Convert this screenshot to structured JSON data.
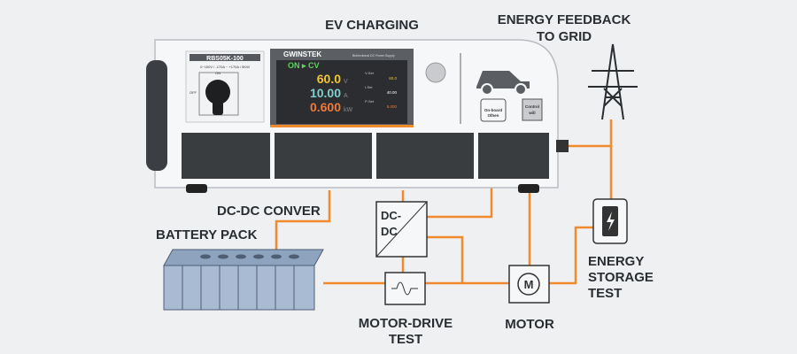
{
  "labels": {
    "ev_charging": "EV CHARGING",
    "energy_feedback_line1": "ENERGY FEEDBACK",
    "energy_feedback_line2": "TO GRID",
    "dc_dc_conver": "DC-DC CONVER",
    "battery_pack": "BATTERY PACK",
    "motor_drive_line1": "MOTOR-DRIVE",
    "motor_drive_line2": "TEST",
    "motor": "MOTOR",
    "energy_storage_line1": "ENERGY",
    "energy_storage_line2": "STORAGE",
    "energy_storage_line3": "TEST",
    "dc_dc_box_line1": "DC-",
    "dc_dc_box_line2": "DC",
    "motor_symbol": "M"
  },
  "device": {
    "model": "RBS05K-100",
    "spec": "0~100V / -170A ~ +170A / 5KW",
    "switch_on": "ON",
    "switch_off": "OFF",
    "brand": "GWINSTEK",
    "subtitle": "Bidirectional DC Power Supply",
    "mode": "ON ▸ CV",
    "voltage": "60.0",
    "voltage_unit": "V",
    "current": "10.00",
    "current_unit": "A",
    "power": "0.600",
    "power_unit": "kW",
    "vset_label": "V-Set",
    "vset_value": "60.0",
    "iset_label": "I-Set",
    "iset_value": "40.00",
    "pset_label": "P-Set",
    "pset_value": "5.000",
    "onboard_line1": "On-board",
    "onboard_line2": "Olhen",
    "control_line1": "Control",
    "control_line2": "will"
  },
  "colors": {
    "wire": "#f08a2c",
    "voltage": "#f2c531",
    "current": "#7fcfd0",
    "power": "#f07a3a",
    "mode": "#5fd35f"
  }
}
